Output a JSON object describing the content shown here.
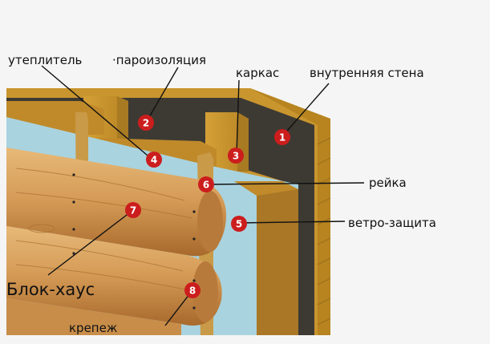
{
  "labels": {
    "insulation": "утеплитель",
    "vapor": "пароизоляция",
    "frame": "каркас",
    "inner_wall": "внутренняя стена",
    "batten": "рейка",
    "wind": "ветро-защита",
    "blockhouse": "Блок-хаус",
    "fastener": "крепеж"
  },
  "markers": {
    "m1": "1",
    "m2": "2",
    "m3": "3",
    "m4": "4",
    "m5": "5",
    "m6": "6",
    "m7": "7",
    "m8": "8"
  },
  "colors": {
    "background": "#f5f5f5",
    "wood": "#c9952e",
    "wood_dark": "#9c6f1c",
    "membrane": "#3d3a33",
    "insulation": "#a9d3df",
    "log": "#d8a15e",
    "marker": "#cc1d1d"
  }
}
